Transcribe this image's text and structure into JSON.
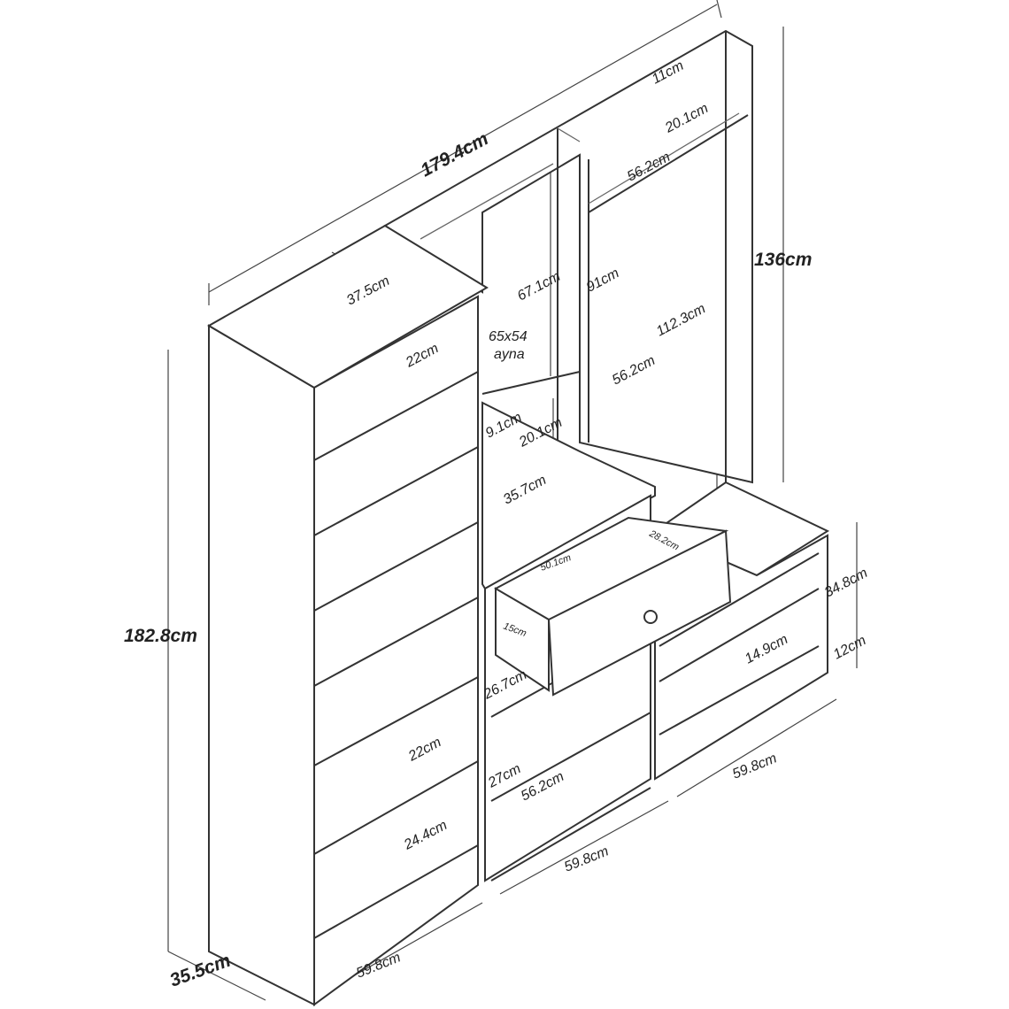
{
  "title": "Furniture dimension drawing",
  "dimensions": {
    "total_width": "179.4cm",
    "total_height": "182.8cm",
    "depth": "35.5cm",
    "right_unit_height": "136cm",
    "top_gap": "11cm",
    "top_shelf_height": "20.1cm",
    "top_shelf_width": "56.2cm",
    "top_depth": "37.5cm",
    "mirror_height": "67.1cm",
    "mirror_label_size": "65x54",
    "mirror_label_name": "ayna",
    "hanger_height": "91cm",
    "hanger_inner_height": "112.3cm",
    "hanger_width": "56.2cm",
    "left_top_shelf": "22cm",
    "mid_gap": "9.1cm",
    "mid_shelf": "20.1cm",
    "desk_depth": "35.7cm",
    "drawer_depth": "28.2cm",
    "drawer_width": "50.1cm",
    "drawer_height": "15cm",
    "bench_height": "34.8cm",
    "bench_shelf": "14.9cm",
    "bench_leg": "12cm",
    "mid_cabinet_shelf": "26.7cm",
    "left_lower_shelf": "22cm",
    "mid_lower_shelf": "27cm",
    "mid_lower_width": "56.2cm",
    "left_bottom_shelf": "24.4cm",
    "left_width": "59.8cm",
    "mid_width": "59.8cm",
    "right_width": "59.8cm"
  }
}
